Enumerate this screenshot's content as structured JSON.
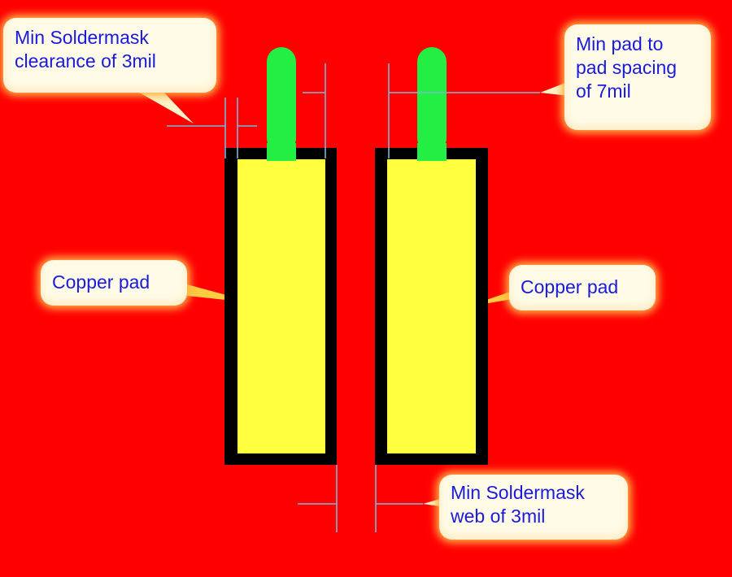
{
  "colors": {
    "background": "#ff0000",
    "pad_fill": "#ffff40",
    "solder_mask_outline": "#000000",
    "trace": "#22ee44",
    "dimension_line": "#7ab8d4",
    "callout_text": "#1a1ad9",
    "callout_fill": "#fffbe6"
  },
  "callouts": {
    "clearance": {
      "lines": [
        "Min Soldermask",
        "clearance of 3mil"
      ]
    },
    "spacing": {
      "lines": [
        "Min pad to",
        "pad spacing",
        "of 7mil"
      ]
    },
    "pad_left": {
      "lines": [
        "Copper pad"
      ]
    },
    "pad_right": {
      "lines": [
        "Copper pad"
      ]
    },
    "web": {
      "lines": [
        "Min Soldermask",
        "web of 3mil"
      ]
    }
  }
}
